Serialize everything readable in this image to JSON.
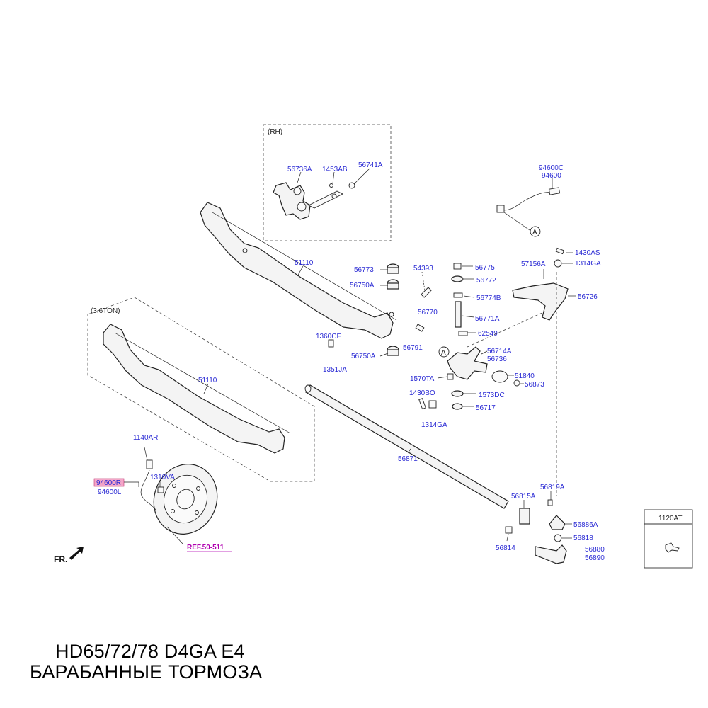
{
  "groups": {
    "rh": "(RH)",
    "ton": "(3.6TON)"
  },
  "fr_label": "FR.",
  "ref_label": "REF.50-511",
  "circle_a": "A",
  "box_1120": "1120AT",
  "labels": {
    "p56736A": "56736A",
    "p1453AB": "1453AB",
    "p56741A": "56741A",
    "p94600C": "94600C",
    "p94600": "94600",
    "p51110_top": "51110",
    "p51110_bottom": "51110",
    "p56773": "56773",
    "p54393": "54393",
    "p56750A_top": "56750A",
    "p56770": "56770",
    "p1360CF": "1360CF",
    "p56791": "56791",
    "p56750A_bottom": "56750A",
    "p1351JA": "1351JA",
    "p56775": "56775",
    "p56772": "56772",
    "p56774B": "56774B",
    "p56771A": "56771A",
    "p62549": "62549",
    "p56714A": "56714A",
    "p56736": "56736",
    "p51840": "51840",
    "p56873": "56873",
    "p1573DC": "1573DC",
    "p56717": "56717",
    "p1570TA": "1570TA",
    "p1430BO": "1430BO",
    "p1314GA_bottom": "1314GA",
    "p1430AS": "1430AS",
    "p57156A": "57156A",
    "p1314GA_top": "1314GA",
    "p56726": "56726",
    "p56871": "56871",
    "p56815A": "56815A",
    "p56819A": "56819A",
    "p56886A": "56886A",
    "p56818": "56818",
    "p56814": "56814",
    "p56880": "56880",
    "p56890": "56890",
    "p1140AR": "1140AR",
    "p94600R": "94600R",
    "p1310VA": "1310VA",
    "p94600L": "94600L"
  },
  "title": {
    "line1": "HD65/72/78 D4GA E4",
    "line2": "БАРАБАННЫЕ ТОРМОЗА"
  },
  "colors": {
    "part_number": "#2a2ad4",
    "highlight": "#f4a6c8",
    "ref_link": "#b000b0"
  }
}
